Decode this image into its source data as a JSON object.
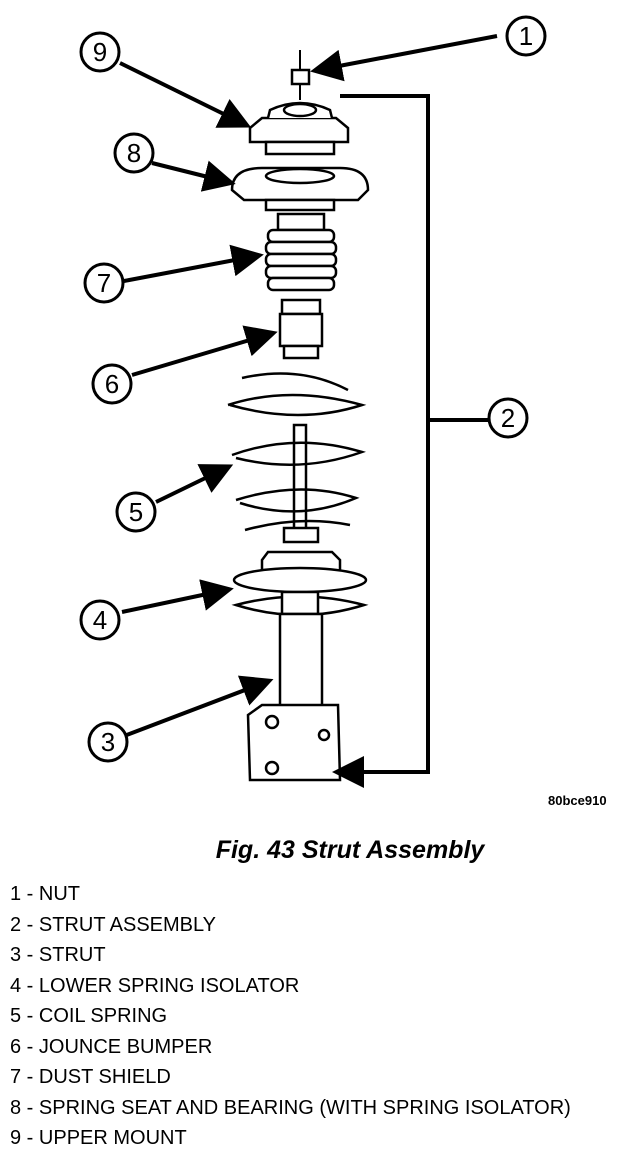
{
  "figure": {
    "code": "80bce910",
    "title": "Fig. 43 Strut Assembly"
  },
  "callouts": [
    "1",
    "2",
    "3",
    "4",
    "5",
    "6",
    "7",
    "8",
    "9"
  ],
  "legend": [
    {
      "num": "1",
      "sep": " - ",
      "text": "NUT"
    },
    {
      "num": "2",
      "sep": " - ",
      "text": "STRUT ASSEMBLY"
    },
    {
      "num": "3",
      "sep": " - ",
      "text": "STRUT"
    },
    {
      "num": "4",
      "sep": " - ",
      "text": "LOWER SPRING ISOLATOR"
    },
    {
      "num": "5",
      "sep": " - ",
      "text": "COIL SPRING"
    },
    {
      "num": "6",
      "sep": " - ",
      "text": "JOUNCE BUMPER"
    },
    {
      "num": "7",
      "sep": " - ",
      "text": "DUST SHIELD"
    },
    {
      "num": "8",
      "sep": " - ",
      "text": "SPRING SEAT AND BEARING (WITH SPRING ISOLATOR)"
    },
    {
      "num": "9",
      "sep": " - ",
      "text": "UPPER MOUNT"
    }
  ]
}
